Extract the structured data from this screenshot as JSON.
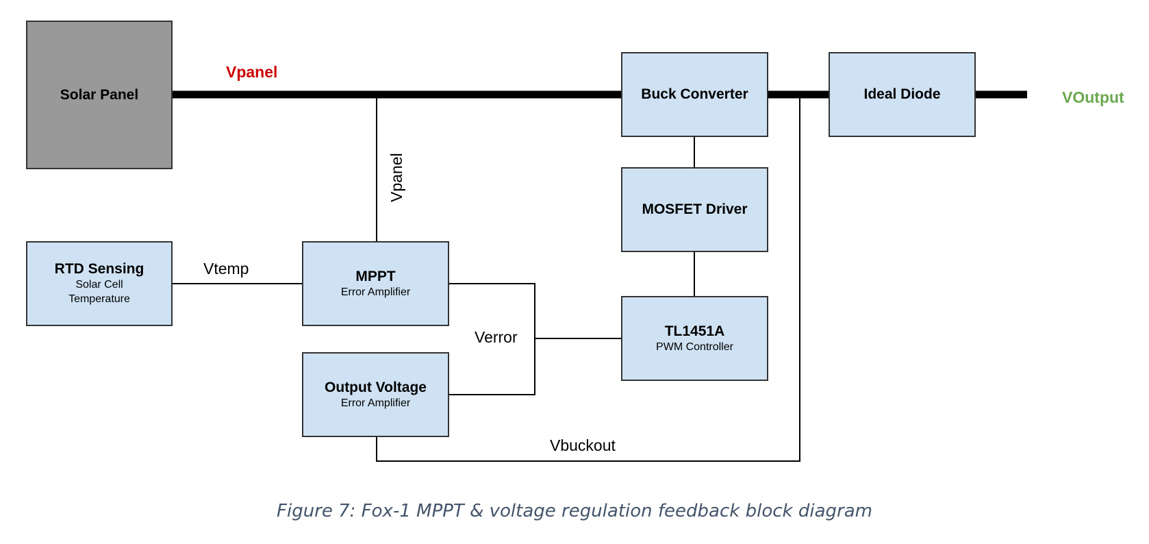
{
  "colors": {
    "wire": "#000000",
    "block_fill": "#cfe2f3",
    "block_border": "#333333",
    "solar_panel_fill": "#999999",
    "vpanel_label": "#cc0000",
    "voutput_label": "#6aa84f",
    "caption": "#44546a"
  },
  "blocks": {
    "solar_panel": {
      "title": "Solar Panel"
    },
    "buck_converter": {
      "title": "Buck Converter"
    },
    "ideal_diode": {
      "title": "Ideal Diode"
    },
    "mosfet_driver": {
      "title": "MOSFET Driver"
    },
    "rtd_sensing": {
      "title": "RTD Sensing",
      "sub1": "Solar Cell",
      "sub2": "Temperature"
    },
    "mppt": {
      "title": "MPPT",
      "sub": "Error Amplifier"
    },
    "tl1451a": {
      "title": "TL1451A",
      "sub": "PWM Controller"
    },
    "output_voltage": {
      "title": "Output Voltage",
      "sub": "Error Amplifier"
    }
  },
  "signals": {
    "vpanel_main": "Vpanel",
    "vpanel_vertical": "Vpanel",
    "vtemp": "Vtemp",
    "verror": "Verror",
    "vbuckout": "Vbuckout",
    "voutput": "VOutput"
  },
  "caption": "Figure 7: Fox-1 MPPT & voltage regulation feedback block diagram"
}
